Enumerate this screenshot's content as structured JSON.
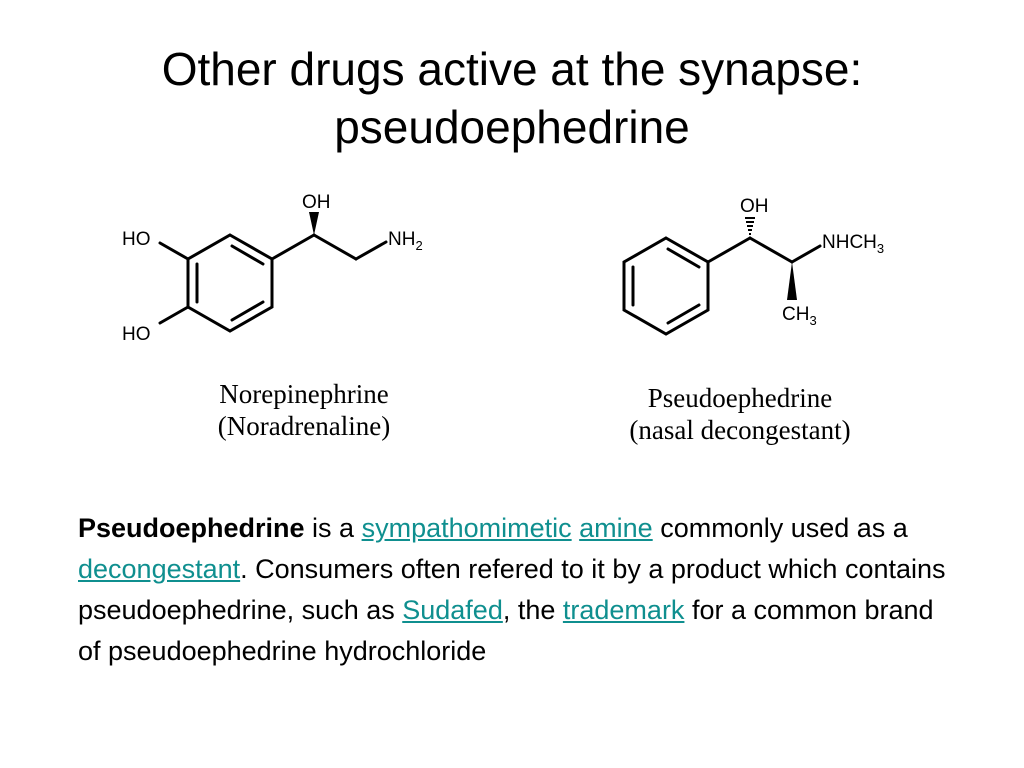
{
  "slide": {
    "title_line1": "Other drugs active at the synapse:",
    "title_line2": "pseudoephedrine"
  },
  "norepinephrine": {
    "labels": {
      "oh": "OH",
      "ho_top": "HO",
      "ho_bottom": "HO",
      "nh": "NH",
      "nh_sub": "2"
    },
    "caption_line1": "Norepinephrine",
    "caption_line2": "(Noradrenaline)"
  },
  "pseudoephedrine": {
    "labels": {
      "oh": "OH",
      "nhch": "NHCH",
      "nhch_sub": "3",
      "ch": "CH",
      "ch_sub": "3"
    },
    "caption_line1": "Pseudoephedrine",
    "caption_line2": "(nasal decongestant)"
  },
  "paragraph": {
    "bold_term": "Pseudoephedrine",
    "text1": " is a ",
    "link_sympathomimetic": "sympathomimetic",
    "text2": " ",
    "link_amine": "amine",
    "text3": " commonly used as a ",
    "link_decongestant": "decongestant",
    "text4": ". Consumers often refered to it by a product which contains pseudoephedrine, such as ",
    "link_sudafed": "Sudafed",
    "text5": ", the ",
    "link_trademark": "trademark",
    "text6": " for a common brand of pseudoephedrine hydrochloride"
  },
  "colors": {
    "link": "#0f8f8f",
    "text": "#000000",
    "background": "#ffffff"
  }
}
